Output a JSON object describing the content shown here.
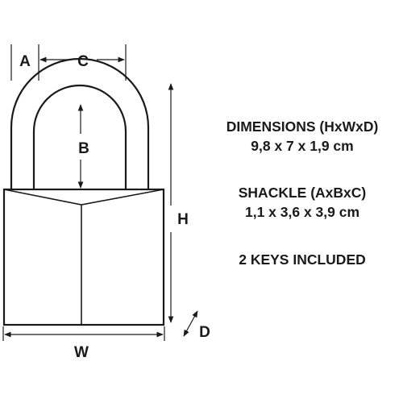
{
  "diagram": {
    "labels": {
      "a": "A",
      "b": "B",
      "c": "C",
      "d": "D",
      "h": "H",
      "w": "W"
    }
  },
  "specs": {
    "dimensions_title": "DIMENSIONS (HxWxD)",
    "dimensions_value": "9,8 x 7 x 1,9 cm",
    "shackle_title": "SHACKLE (AxBxC)",
    "shackle_value": "1,1 x 3,6 x 3,9 cm",
    "keys_text": "2 KEYS INCLUDED"
  },
  "colors": {
    "line": "#1a1a1a",
    "background": "#ffffff"
  }
}
